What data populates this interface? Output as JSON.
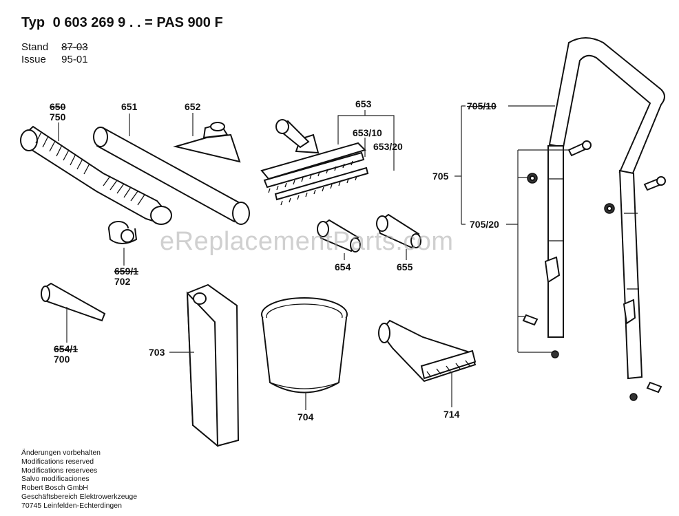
{
  "header": {
    "typ_label": "Typ",
    "typ_number": "0 603 269 9 . .",
    "equals": "=",
    "model": "PAS 900 F",
    "stand_label": "Stand",
    "stand_value": "87-03",
    "issue_label": "Issue",
    "issue_value": "95-01"
  },
  "parts": {
    "p650": "650",
    "p750": "750",
    "p651": "651",
    "p652": "652",
    "p653": "653",
    "p653_10": "653/10",
    "p653_20": "653/20",
    "p659_1": "659/1",
    "p702": "702",
    "p654": "654",
    "p655": "655",
    "p654_1": "654/1",
    "p700": "700",
    "p703": "703",
    "p704": "704",
    "p714": "714",
    "p705": "705",
    "p705_10": "705/10",
    "p705_20": "705/20"
  },
  "watermark": "eReplacementParts.com",
  "footer": {
    "lines": [
      "Änderungen vorbehalten",
      "Modifications reserved",
      "Modifications reservees",
      "Salvo modificaciones",
      "Robert Bosch GmbH",
      "Geschäftsbereich Elektrowerkzeuge",
      "70745 Leinfelden-Echterdingen"
    ]
  }
}
